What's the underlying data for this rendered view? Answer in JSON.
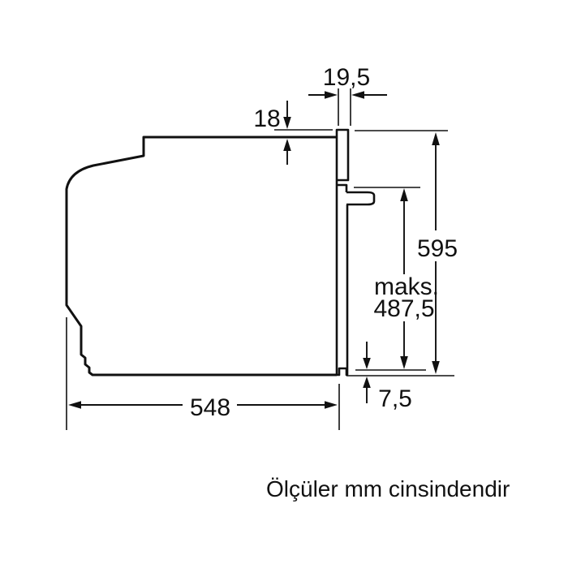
{
  "diagram": {
    "caption": "Ölçüler mm cinsindendir",
    "dimensions": {
      "front_panel_depth": "19,5",
      "top_recess": "18",
      "niche_height": "595",
      "door_max_prefix": "maks.",
      "door_max_value": "487,5",
      "bottom_clearance": "7,5",
      "body_depth": "548"
    },
    "colors": {
      "line": "#111111",
      "background": "#ffffff"
    }
  }
}
